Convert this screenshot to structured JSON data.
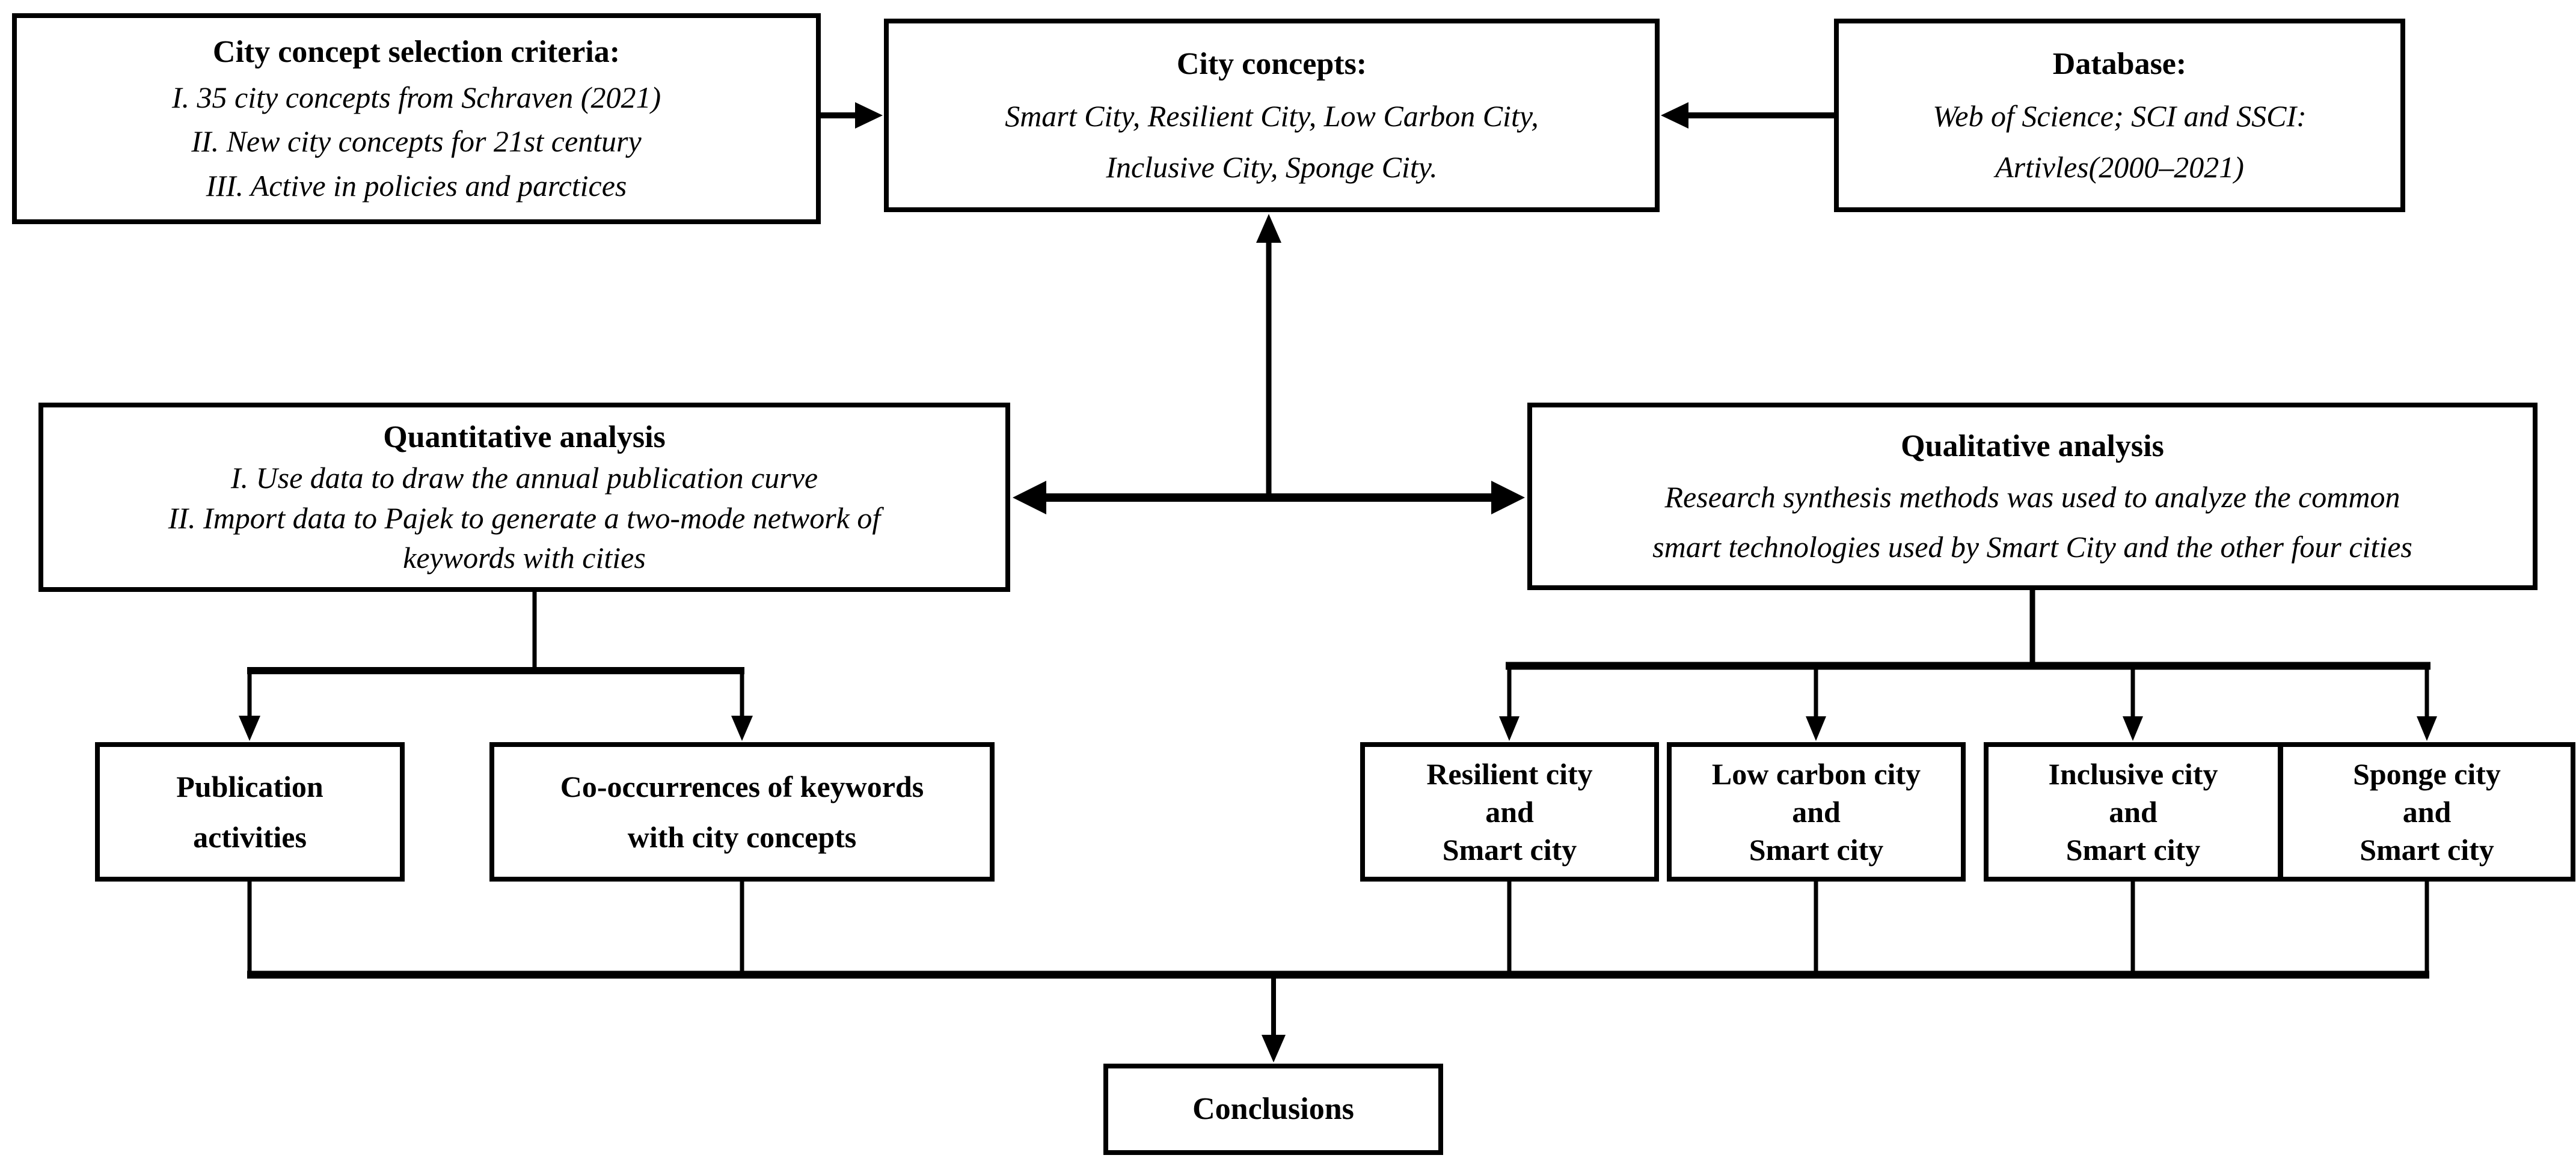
{
  "figure": {
    "background_color": "#ffffff",
    "line_color": "#000000"
  },
  "boxes": {
    "criteria": {
      "title": "City concept selection criteria:",
      "lines": [
        "I. 35 city concepts from Schraven (2021)",
        "II. New city concepts for 21st century",
        "III. Active in policies and parctices"
      ]
    },
    "concepts": {
      "title": "City concepts:",
      "lines": [
        "Smart City, Resilient City, Low Carbon City,",
        "Inclusive City, Sponge City."
      ]
    },
    "database": {
      "title": "Database:",
      "lines": [
        "Web of Science; SCI and SSCI:",
        "Artivles(2000–2021)"
      ]
    },
    "quantitative": {
      "title": "Quantitative analysis",
      "lines": [
        "I. Use data to draw the annual publication curve",
        "II. Import data to Pajek to generate a two-mode network of",
        "keywords with cities"
      ]
    },
    "qualitative": {
      "title": "Qualitative analysis",
      "lines": [
        "Research synthesis methods was used to analyze the common",
        "smart technologies used by Smart City and the other four cities"
      ]
    },
    "publication": {
      "lines": [
        "Publication",
        "activities"
      ]
    },
    "cooccurrence": {
      "lines": [
        "Co-occurrences of keywords",
        "with city concepts"
      ]
    },
    "resilient": {
      "lines": [
        "Resilient city",
        "and",
        "Smart city"
      ]
    },
    "lowcarbon": {
      "lines": [
        "Low carbon city",
        "and",
        "Smart city"
      ]
    },
    "inclusive": {
      "lines": [
        "Inclusive city",
        "and",
        "Smart city"
      ]
    },
    "sponge": {
      "lines": [
        "Sponge city",
        "and",
        "Smart city"
      ]
    },
    "conclusions": {
      "title": "Conclusions"
    }
  }
}
